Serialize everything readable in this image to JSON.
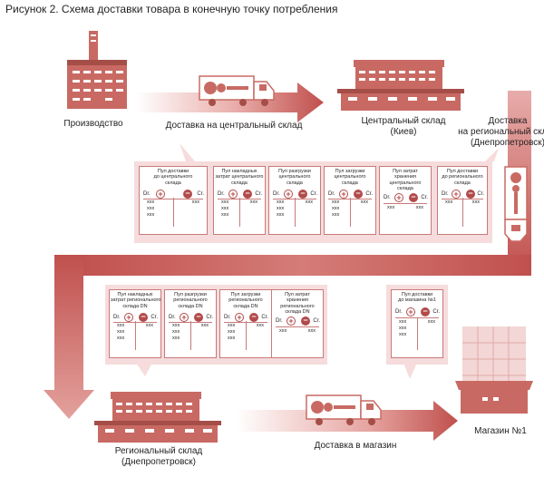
{
  "figure": {
    "title": "Рисунок 2. Схема доставки товара в конечную точку потребления"
  },
  "labels": {
    "production": "Производство",
    "delivery_central": "Доставка на центральный склад",
    "central_warehouse": [
      "Центральный склад",
      "(Киев)"
    ],
    "delivery_regional": [
      "Доставка",
      "на региональный склад",
      "(Днепропетровск)"
    ],
    "regional_warehouse": [
      "Региональный склад",
      "(Днепропетровск)"
    ],
    "delivery_shop": "Доставка в магазин",
    "shop": "Магазин №1"
  },
  "pools": {
    "dr_label": "Dr.",
    "cr_label": "Cr.",
    "placeholder": "xxx",
    "top": [
      {
        "title": [
          "Пул доставки",
          "до центрального",
          "склада"
        ]
      },
      {
        "title": [
          "Пул накладных",
          "затрат центрального",
          "склада"
        ]
      },
      {
        "title": [
          "Пул разгрузки",
          "центрального",
          "склада"
        ]
      },
      {
        "title": [
          "Пул загрузки",
          "центрального",
          "склада"
        ]
      },
      {
        "title": [
          "Пул затрат",
          "хранения",
          "центрального",
          "склада"
        ]
      },
      {
        "title": [
          "Пул доставки",
          "до регионального",
          "склада"
        ]
      }
    ],
    "bottom": [
      {
        "title": [
          "Пул накладных",
          "затрат регионального",
          "склада DN"
        ]
      },
      {
        "title": [
          "Пул разгрузки",
          "регионального",
          "склада DN"
        ]
      },
      {
        "title": [
          "Пул загрузки",
          "регионального",
          "склада DN"
        ]
      },
      {
        "title": [
          "Пул затрат",
          "хранения",
          "регионального",
          "склада DN"
        ]
      },
      {
        "title": [
          "Пул доставки",
          "до магазина №1"
        ]
      }
    ]
  },
  "colors": {
    "arrow": "#c0504d",
    "arrow_light": "#f3d6d6",
    "building": "#c86a63",
    "building_dark": "#a54e48",
    "pool_bg": "#f6dcdc",
    "card_border": "#c87a7a",
    "accent": "#b34a4a"
  },
  "icons": [
    "factory-icon",
    "truck-icon",
    "warehouse-icon",
    "shop-icon"
  ]
}
